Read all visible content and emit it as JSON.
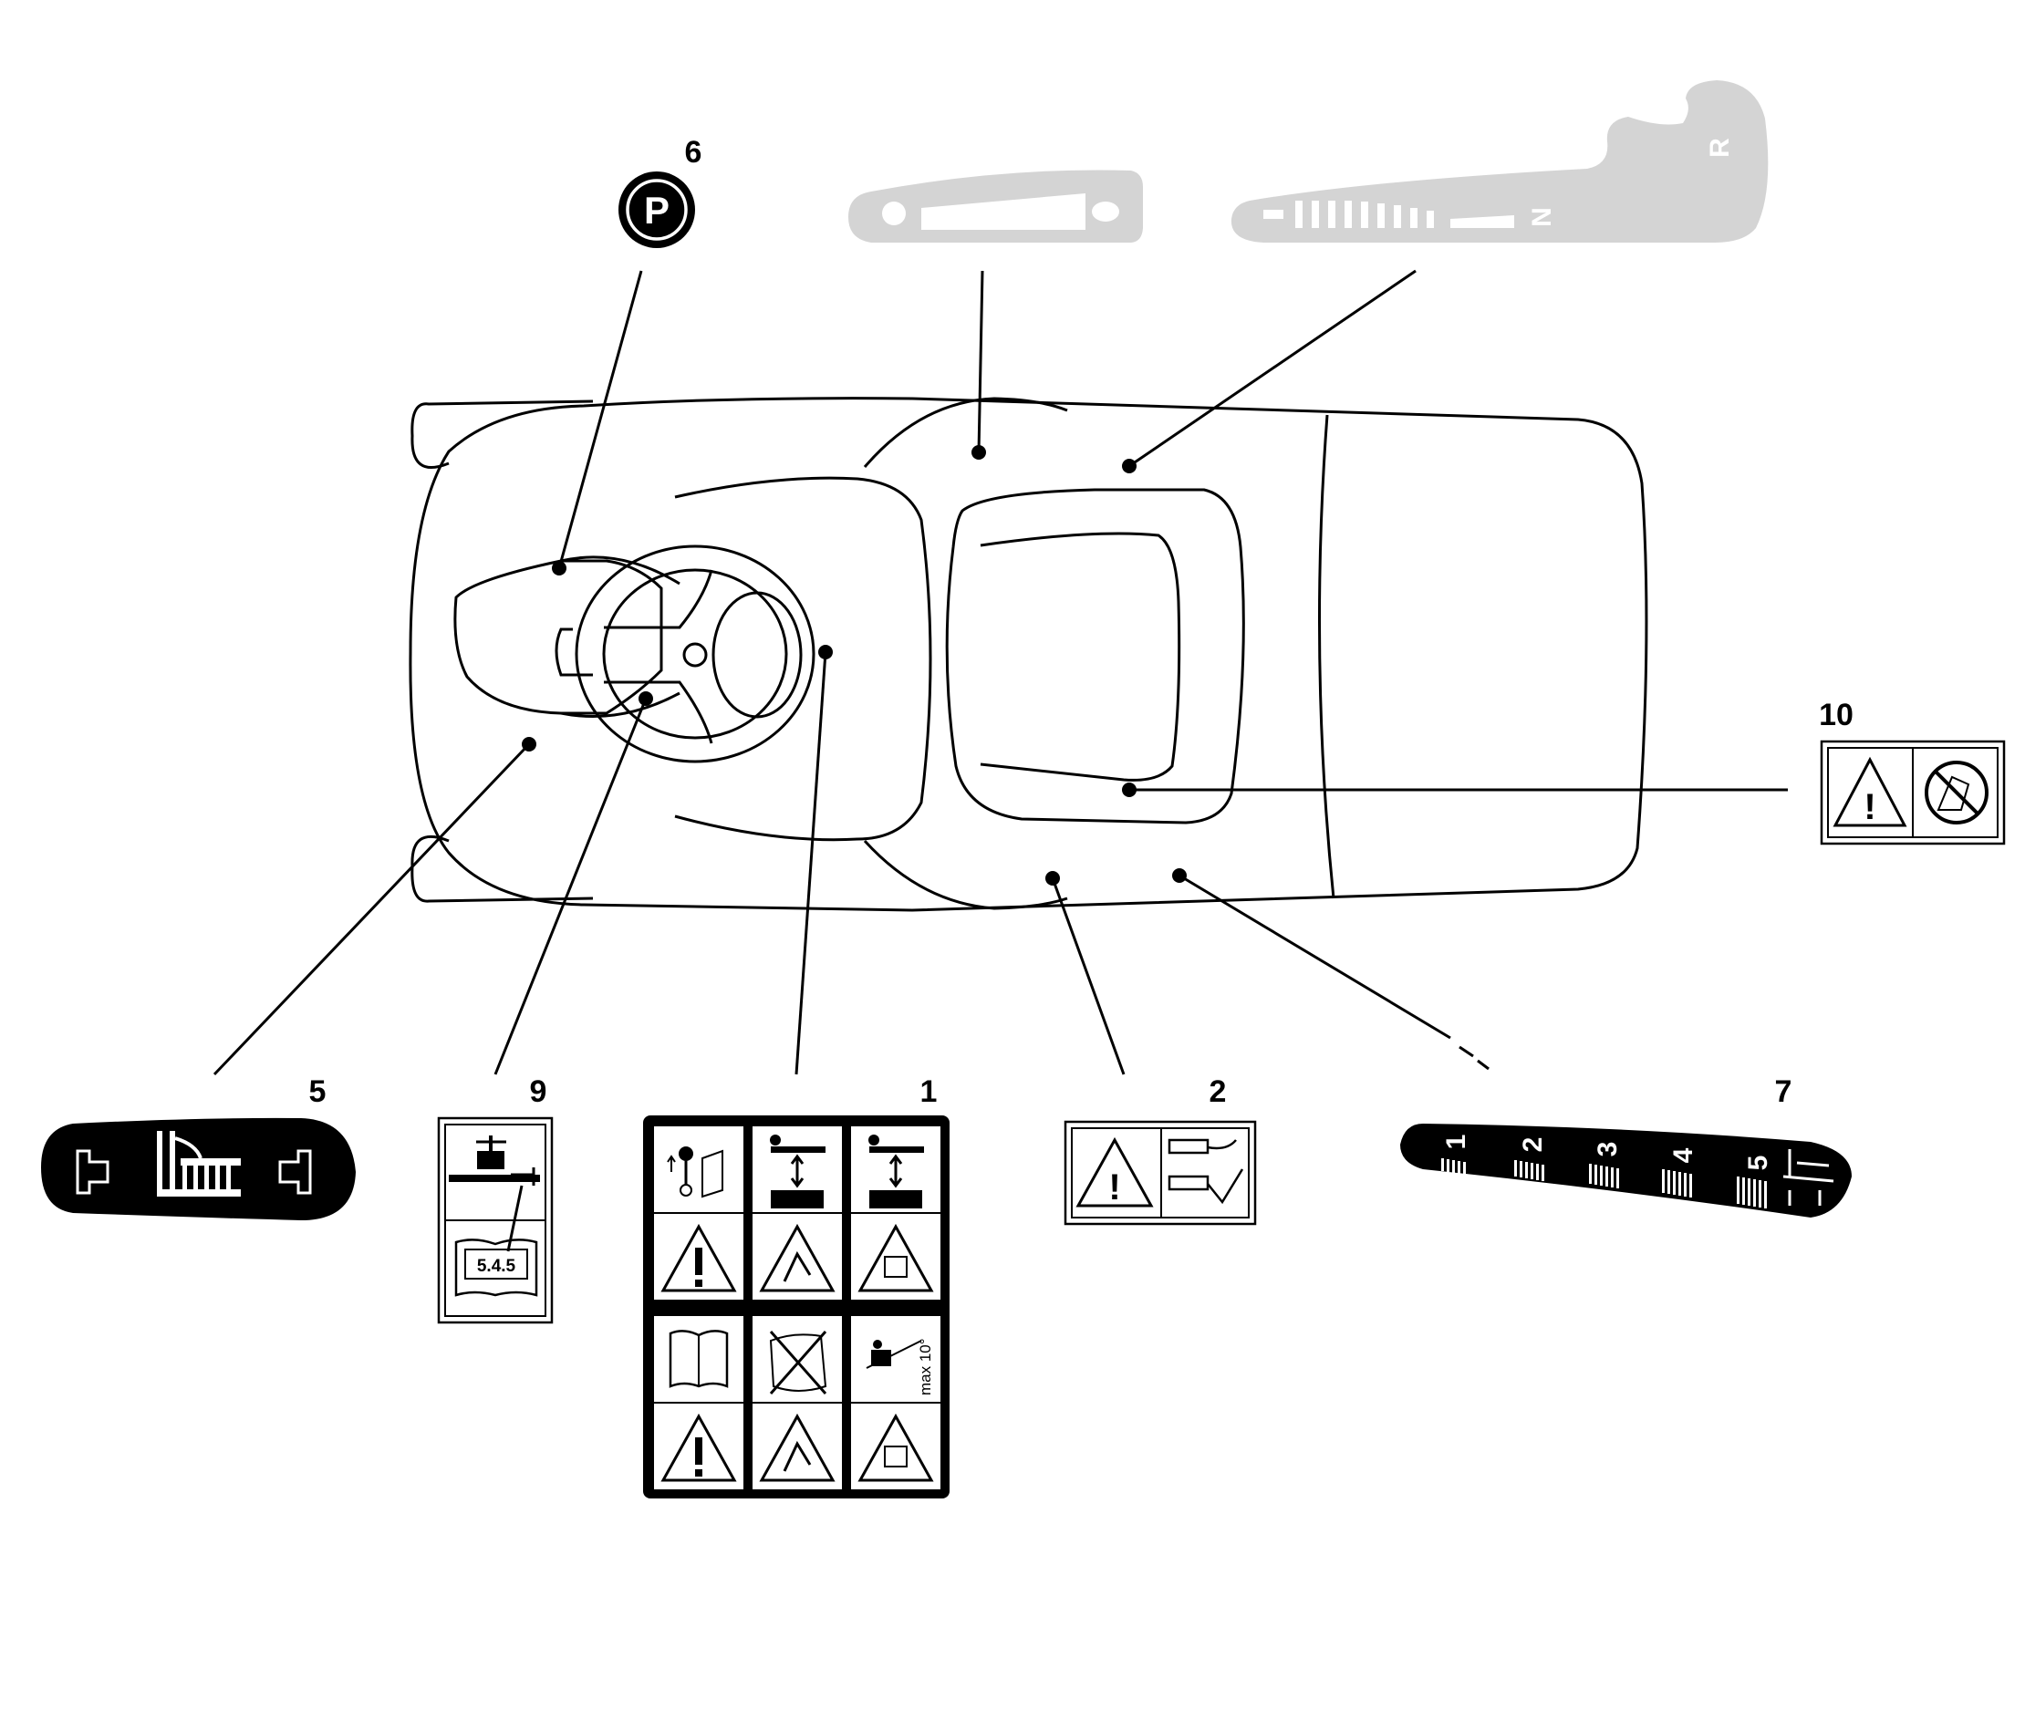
{
  "diagram": {
    "callouts": [
      {
        "id": "1",
        "label": "1"
      },
      {
        "id": "2",
        "label": "2"
      },
      {
        "id": "5",
        "label": "5"
      },
      {
        "id": "6",
        "label": "6"
      },
      {
        "id": "7",
        "label": "7"
      },
      {
        "id": "9",
        "label": "9"
      },
      {
        "id": "10",
        "label": "10"
      }
    ],
    "decals": {
      "parking": {
        "letter": "P"
      },
      "gear_lever": {
        "n": "N",
        "r": "R"
      },
      "height_scale": {
        "steps": [
          "1",
          "2",
          "3",
          "4",
          "5"
        ]
      },
      "manual_ref": {
        "section": "5.4.5"
      },
      "slope": {
        "text": "max 10°"
      }
    },
    "colors": {
      "ink": "#000000",
      "grey_decal": "#d4d4d4",
      "paper": "#ffffff"
    }
  }
}
